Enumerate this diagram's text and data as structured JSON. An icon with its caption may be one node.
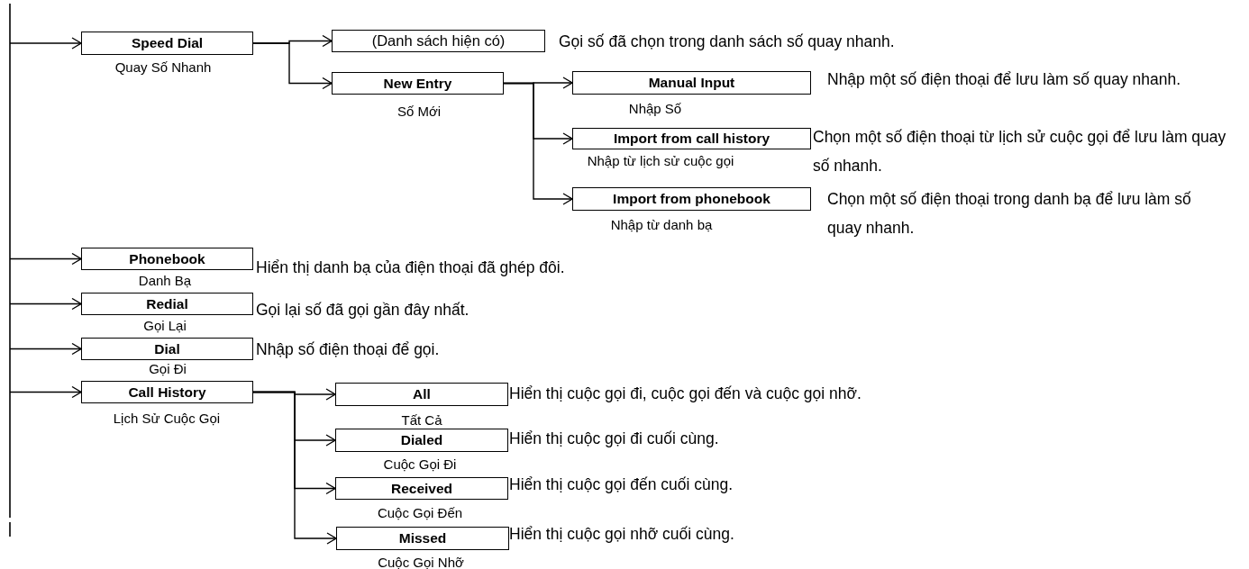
{
  "diagram": {
    "nodes": [
      {
        "text": [
          "Speed Dial"
        ],
        "beside": [
          "Quay Số Nhanh"
        ]
      },
      {
        "text": [
          "(Danh sách hiện có)"
        ],
        "beside": [
          "Gọi số đã chọn trong danh sách số quay nhanh."
        ]
      },
      {
        "text": [
          "New Entry"
        ],
        "beside": [
          "Số Mới"
        ]
      },
      {
        "text": [
          "Manual Input"
        ],
        "beside": [
          "Nhập Số",
          "Nhập một số điện thoại để lưu làm số quay nhanh."
        ]
      },
      {
        "text": [
          "Import from call history"
        ],
        "beside": [
          "Nhập từ lịch sử cuộc gọi",
          "Chọn một số điện thoại từ lịch sử cuộc gọi để lưu làm quay số nhanh."
        ]
      },
      {
        "text": [
          "Import from phonebook"
        ],
        "beside": [
          "Nhập từ danh bạ",
          "Chọn một số điện thoại trong danh bạ để lưu làm số quay nhanh."
        ]
      },
      {
        "text": [
          "Phonebook"
        ],
        "beside": [
          "Danh Bạ",
          "Hiển thị danh bạ của điện thoại đã ghép đôi."
        ]
      },
      {
        "text": [
          "Redial"
        ],
        "beside": [
          "Gọi Lại",
          "Gọi lại số đã gọi gần đây nhất."
        ]
      },
      {
        "text": [
          "Dial"
        ],
        "beside": [
          "Gọi Đi",
          "Nhập số điện thoại để gọi."
        ]
      },
      {
        "text": [
          "Call History"
        ],
        "beside": [
          "Lịch Sử Cuộc Gọi"
        ]
      },
      {
        "text": [
          "All"
        ],
        "beside": [
          "Tất Cả",
          "Hiển thị cuộc gọi đi, cuộc gọi đến và cuộc gọi nhỡ."
        ]
      },
      {
        "text": [
          "Dialed"
        ],
        "beside": [
          "Cuộc Gọi Đi",
          "Hiển thị cuộc gọi đi cuối cùng."
        ]
      },
      {
        "text": [
          "Received"
        ],
        "beside": [
          "Cuộc Gọi Đến",
          "Hiển thị cuộc gọi đến cuối cùng."
        ]
      },
      {
        "text": [
          "Missed"
        ],
        "beside": [
          "Cuộc Gọi Nhỡ",
          "Hiển thị cuộc gọi nhỡ cuối cùng."
        ]
      }
    ],
    "edges": [
      {
        "from": null,
        "to": 0,
        "arrow": "to"
      },
      {
        "from": 0,
        "to": 1,
        "arrow": "to"
      },
      {
        "from": 0,
        "to": 2,
        "arrow": "to"
      },
      {
        "from": 2,
        "to": 3,
        "arrow": "to"
      },
      {
        "from": 2,
        "to": 4,
        "arrow": "to"
      },
      {
        "from": 2,
        "to": 5,
        "arrow": "to"
      },
      {
        "from": null,
        "to": 6,
        "arrow": "to"
      },
      {
        "from": null,
        "to": 7,
        "arrow": "to"
      },
      {
        "from": null,
        "to": 8,
        "arrow": "to"
      },
      {
        "from": null,
        "to": 9,
        "arrow": "to"
      },
      {
        "from": 9,
        "to": 10,
        "arrow": "to"
      },
      {
        "from": 9,
        "to": 11,
        "arrow": "to"
      },
      {
        "from": 9,
        "to": 12,
        "arrow": "to"
      },
      {
        "from": 9,
        "to": 13,
        "arrow": "to"
      }
    ]
  }
}
